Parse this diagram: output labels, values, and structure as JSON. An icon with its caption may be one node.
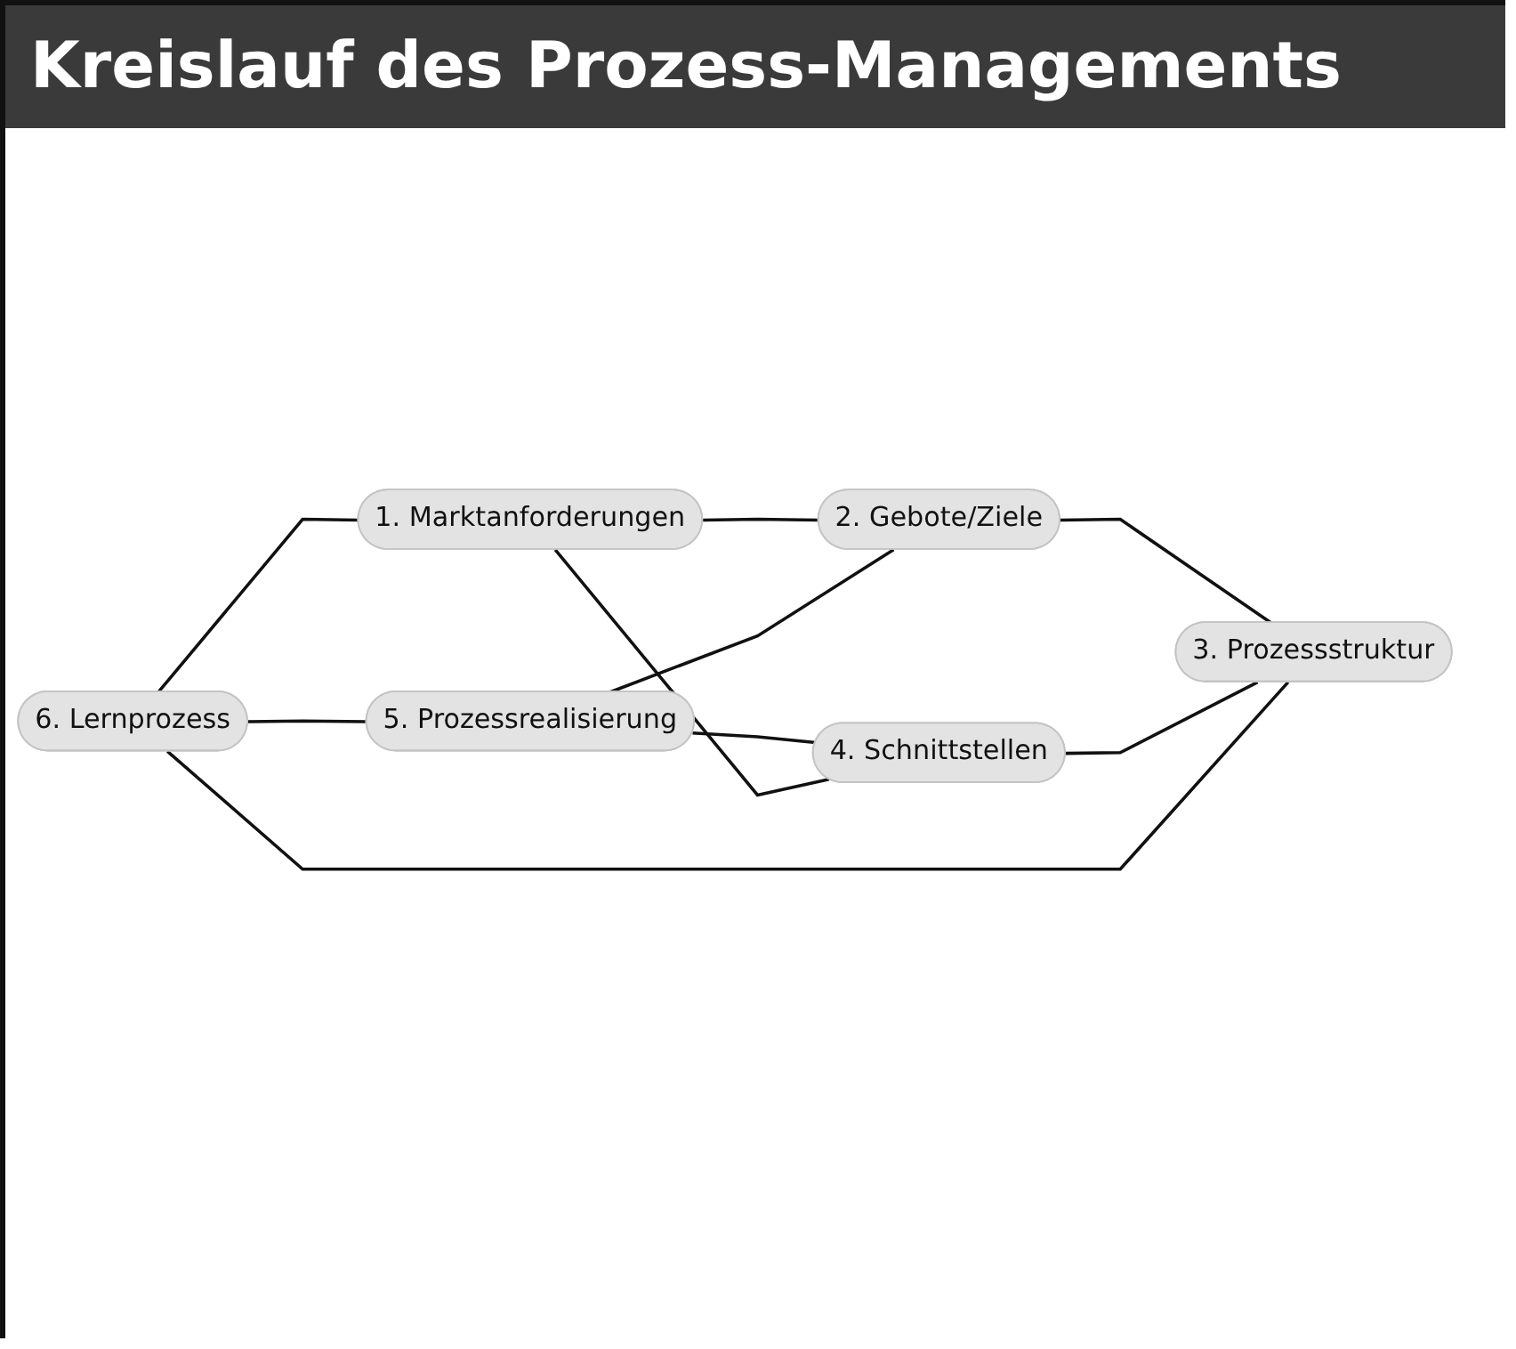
{
  "diagram": {
    "title": "Kreislauf des Prozess-Managements",
    "nodes": [
      {
        "text": [
          "1. Marktanforderungen"
        ]
      },
      {
        "text": [
          "2. Gebote/Ziele"
        ]
      },
      {
        "text": [
          "3. Prozessstruktur"
        ]
      },
      {
        "text": [
          "4. Schnittstellen"
        ]
      },
      {
        "text": [
          "5. Prozessrealisierung"
        ]
      },
      {
        "text": [
          "6. Lernprozess"
        ]
      }
    ],
    "edges": [
      {
        "from": 0,
        "to": 1,
        "arrow": "none"
      },
      {
        "from": 1,
        "to": 2,
        "arrow": "none"
      },
      {
        "from": 3,
        "to": 2,
        "arrow": "none"
      },
      {
        "from": 4,
        "to": 3,
        "arrow": "none"
      },
      {
        "from": 5,
        "to": 4,
        "arrow": "none"
      },
      {
        "from": 5,
        "to": 0,
        "arrow": "none"
      },
      {
        "from": 0,
        "to": 3,
        "arrow": "none"
      },
      {
        "from": 4,
        "to": 1,
        "arrow": "none"
      },
      {
        "from": 5,
        "to": 2,
        "arrow": "none"
      }
    ]
  }
}
